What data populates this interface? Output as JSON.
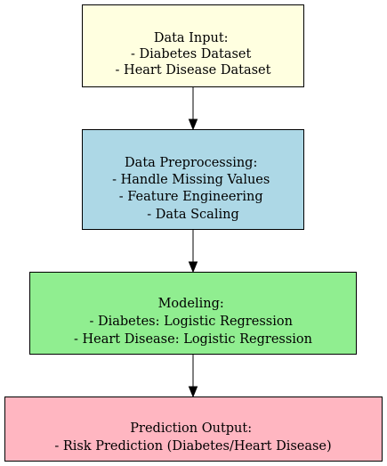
{
  "diagram": {
    "nodes": [
      {
        "id": "data-input",
        "lines": [
          "Data Input:",
          "- Diabetes Dataset",
          "- Heart Disease Dataset"
        ],
        "fill": "#ffffe0"
      },
      {
        "id": "data-preprocessing",
        "lines": [
          "Data Preprocessing:",
          "- Handle Missing Values",
          "- Feature Engineering",
          "- Data Scaling"
        ],
        "fill": "#add8e6"
      },
      {
        "id": "modeling",
        "lines": [
          "Modeling:",
          "- Diabetes: Logistic Regression",
          "- Heart Disease: Logistic Regression"
        ],
        "fill": "#90ee90"
      },
      {
        "id": "prediction-output",
        "lines": [
          "Prediction Output:",
          "- Risk Prediction (Diabetes/Heart Disease)"
        ],
        "fill": "#ffb6c1"
      }
    ],
    "edges": [
      {
        "from": "data-input",
        "to": "data-preprocessing"
      },
      {
        "from": "data-preprocessing",
        "to": "modeling"
      },
      {
        "from": "modeling",
        "to": "prediction-output"
      }
    ]
  }
}
